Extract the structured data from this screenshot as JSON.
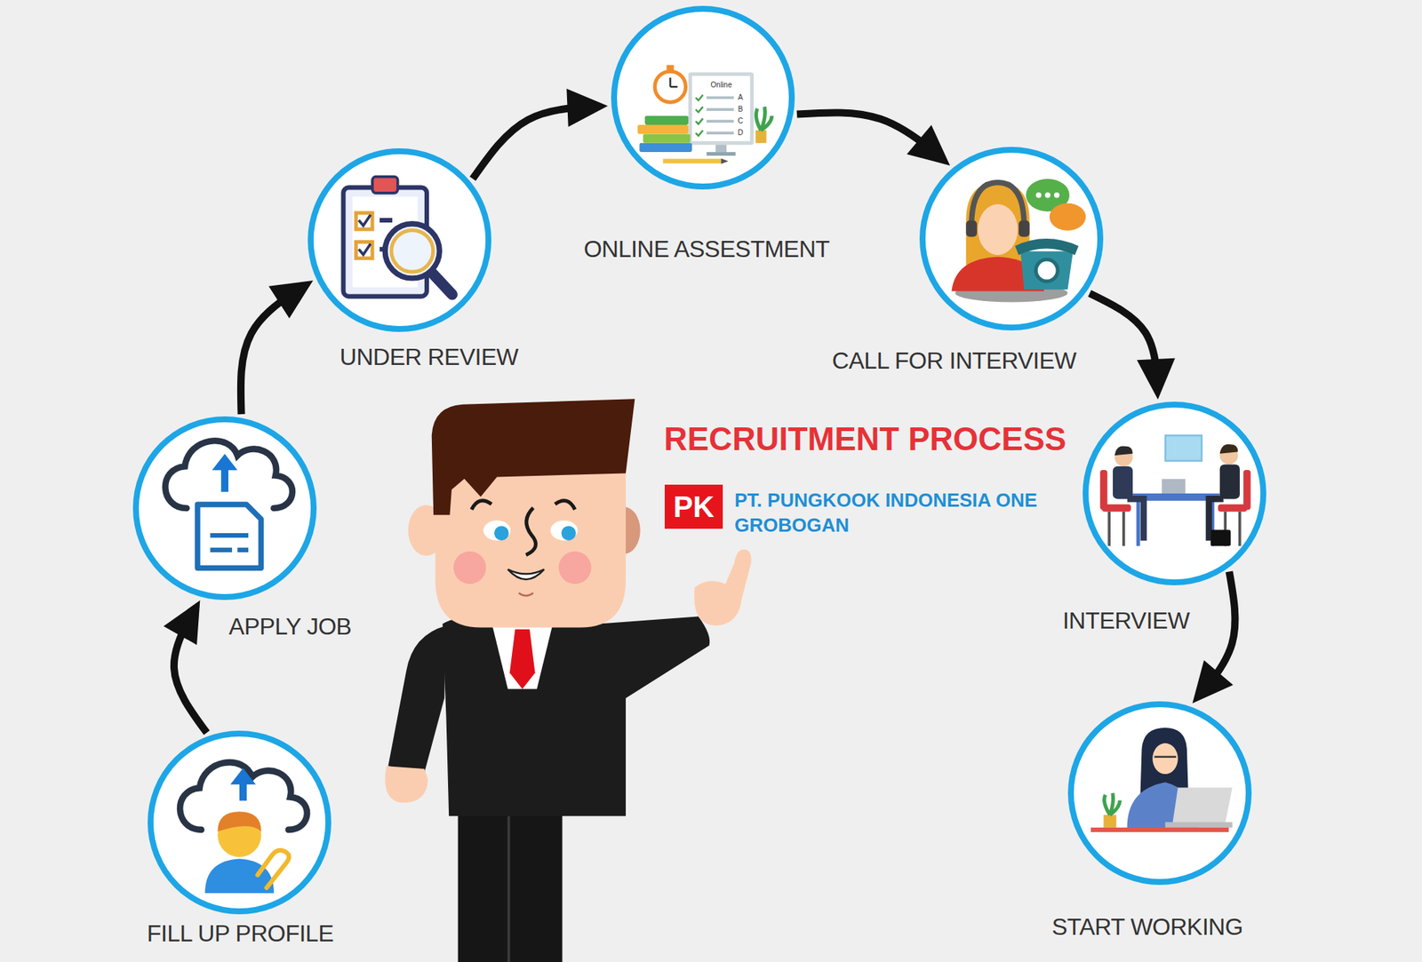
{
  "diagram": {
    "title": "RECRUITMENT PROCESS",
    "nodes": [
      {
        "text": [
          "FILL UP PROFILE"
        ]
      },
      {
        "text": [
          "APPLY JOB"
        ]
      },
      {
        "text": [
          "UNDER REVIEW"
        ]
      },
      {
        "text": [
          "ONLINE ASSESTMENT"
        ]
      },
      {
        "text": [
          "CALL FOR INTERVIEW"
        ]
      },
      {
        "text": [
          "INTERVIEW"
        ]
      },
      {
        "text": [
          "START WORKING"
        ]
      }
    ],
    "edges": [
      {
        "from": 0,
        "to": 1,
        "arrow": "to"
      },
      {
        "from": 1,
        "to": 2,
        "arrow": "to"
      },
      {
        "from": 2,
        "to": 3,
        "arrow": "to"
      },
      {
        "from": 3,
        "to": 4,
        "arrow": "to"
      },
      {
        "from": 4,
        "to": 5,
        "arrow": "to"
      },
      {
        "from": 5,
        "to": 6,
        "arrow": "to"
      }
    ],
    "labels": [
      "Online",
      "A",
      "B",
      "C",
      "D",
      "PK",
      "PT. PUNGKOOK INDONESIA ONE GROBOGAN"
    ]
  }
}
